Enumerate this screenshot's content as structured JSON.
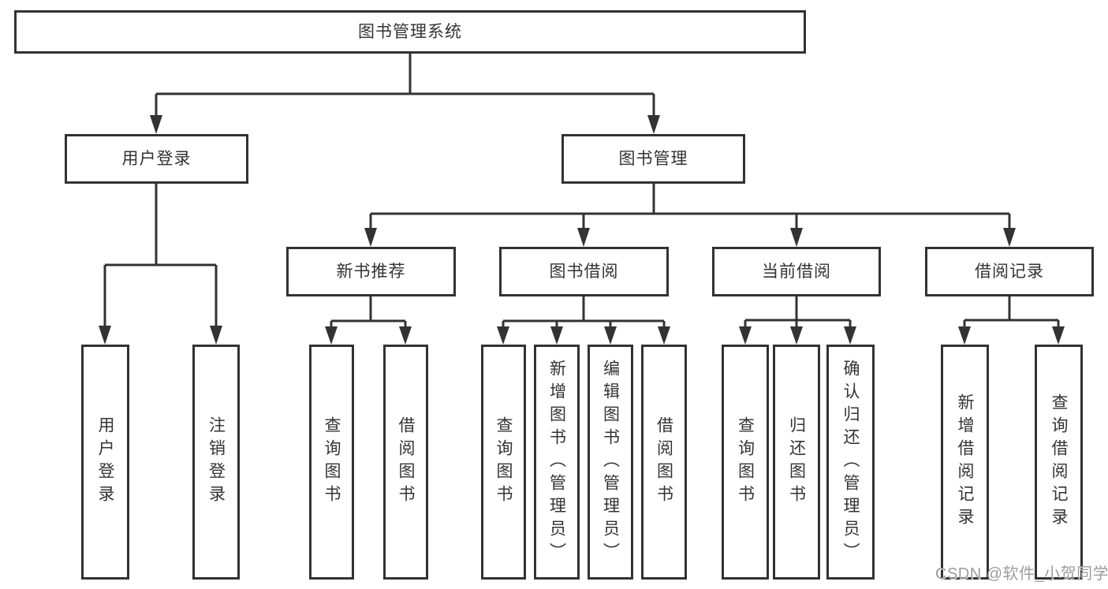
{
  "diagram": {
    "type": "hierarchy",
    "root": {
      "label": "图书管理系统"
    },
    "branches": [
      {
        "label": "用户登录",
        "parent": "图书管理系统"
      },
      {
        "label": "图书管理",
        "parent": "图书管理系统"
      }
    ],
    "modules": [
      {
        "label": "新书推荐",
        "parent": "图书管理"
      },
      {
        "label": "图书借阅",
        "parent": "图书管理"
      },
      {
        "label": "当前借阅",
        "parent": "图书管理"
      },
      {
        "label": "借阅记录",
        "parent": "图书管理"
      }
    ],
    "functions": [
      {
        "label": "用户登录",
        "parent": "用户登录"
      },
      {
        "label": "注销登录",
        "parent": "用户登录"
      },
      {
        "label": "查询图书",
        "parent": "新书推荐"
      },
      {
        "label": "借阅图书",
        "parent": "新书推荐"
      },
      {
        "label": "查询图书",
        "parent": "图书借阅"
      },
      {
        "label": "新增图书（管理员）",
        "parent": "图书借阅"
      },
      {
        "label": "编辑图书（管理员）",
        "parent": "图书借阅"
      },
      {
        "label": "借阅图书",
        "parent": "图书借阅"
      },
      {
        "label": "查询图书",
        "parent": "当前借阅"
      },
      {
        "label": "归还图书",
        "parent": "当前借阅"
      },
      {
        "label": "确认归还（管理员）",
        "parent": "当前借阅"
      },
      {
        "label": "新增借阅记录",
        "parent": "借阅记录"
      },
      {
        "label": "查询借阅记录",
        "parent": "借阅记录"
      }
    ]
  },
  "watermark": {
    "text": "CSDN @软件_小贺同学"
  },
  "colors": {
    "line": "#333333",
    "text": "#333333",
    "background": "#ffffff",
    "watermark": "#9c9c9c"
  }
}
